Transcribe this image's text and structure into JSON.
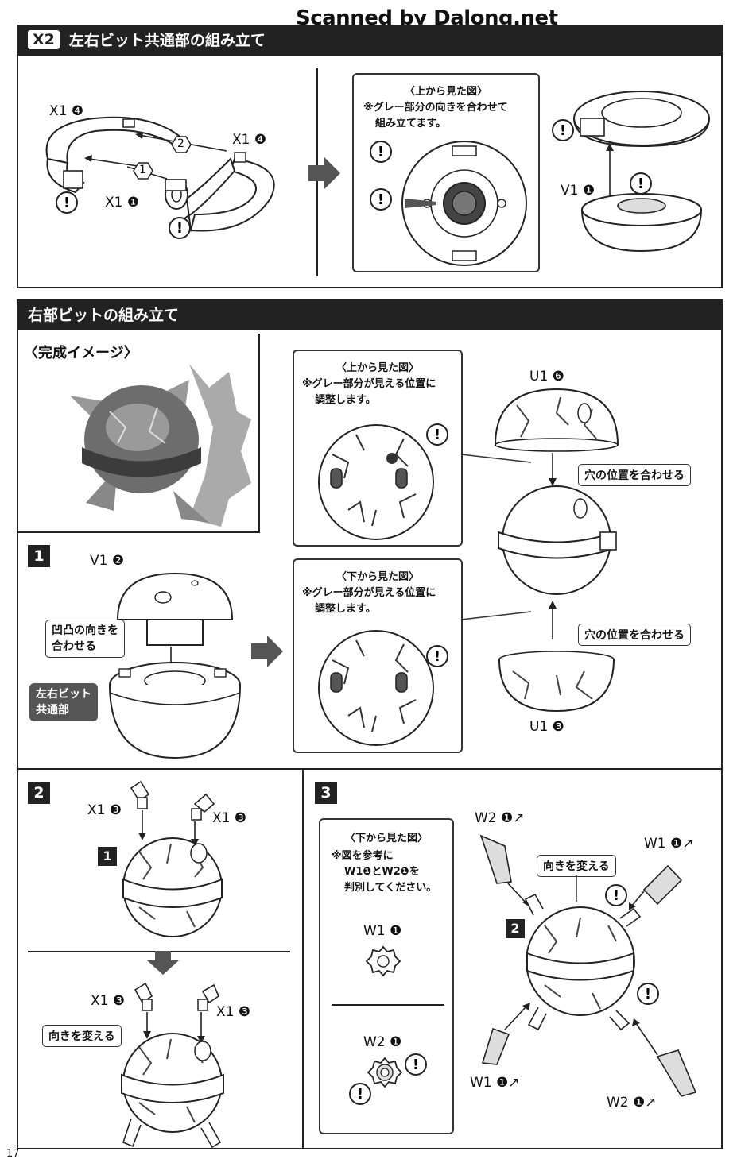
{
  "watermark": "Scanned by Dalong.net",
  "page_number": "17",
  "section1": {
    "badge": "X2",
    "title": "左右ビット共通部の組み立て",
    "labels": {
      "x1_4_a": "X1",
      "x1_4_b": "X1",
      "x1_1": "X1",
      "v1_1": "V1",
      "step_circle_1": "1",
      "step_circle_2": "2"
    },
    "top_view": {
      "title": "〈上から見た図〉",
      "note_line1": "※グレー部分の向きを合わせて",
      "note_line2": "組み立てます。"
    }
  },
  "section2": {
    "title": "右部ビットの組み立て",
    "complete_image_label": "〈完成イメージ〉",
    "top_view": {
      "title": "〈上から見た図〉",
      "note_line1": "※グレー部分が見える位置に",
      "note_line2": "調整します。"
    },
    "bottom_view": {
      "title": "〈下から見た図〉",
      "note_line1": "※グレー部分が見える位置に",
      "note_line2": "調整します。"
    },
    "u1_6": "U1",
    "u1_3": "U1",
    "align_holes_1": "穴の位置を合わせる",
    "align_holes_2": "穴の位置を合わせる",
    "step1": {
      "number": "1",
      "v1_2": "V1",
      "concave_line1": "凹凸の向きを",
      "concave_line2": "合わせる",
      "common_line1": "左右ビット",
      "common_line2": "共通部"
    },
    "step2": {
      "number": "2",
      "x1_3_a": "X1",
      "x1_3_b": "X1",
      "x1_3_c": "X1",
      "x1_3_d": "X1",
      "ref_badge": "1",
      "change_direction": "向きを変える"
    },
    "step3": {
      "number": "3",
      "bottom_view_title": "〈下から見た図〉",
      "note_line1": "※図を参考に",
      "note_line2": "W1❶とW2❶を",
      "note_line3": "判別してください。",
      "w1_label": "W1",
      "w2_label": "W2",
      "w2_top": "W2",
      "w1_top": "W1",
      "w1_bottom": "W1",
      "w2_bottom": "W2",
      "ref_badge": "2",
      "change_direction": "向きを変える"
    }
  },
  "icons": {
    "circled_numbers": [
      "❶",
      "❷",
      "❸",
      "❹",
      "❻"
    ],
    "warning": "exclamation-warning-icon"
  }
}
